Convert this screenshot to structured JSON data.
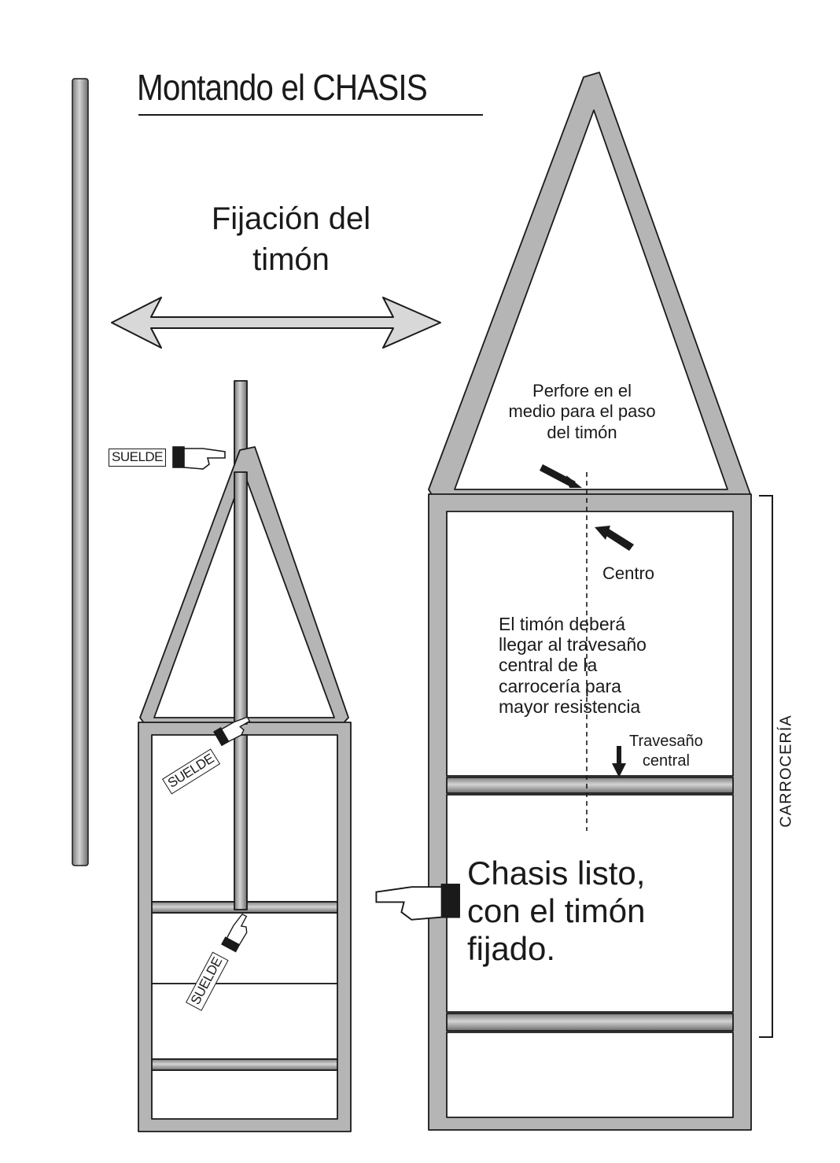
{
  "title": "Montando el CHASIS",
  "fijacion_label": "Fijación del\ntimón",
  "perfore_label": "Perfore en el\nmedio para el paso\ndel timón",
  "centro_label": "Centro",
  "timon_note": "El timón deberá\nllegar al travesaño\ncentral de la\ncarrocería para\nmayor resistencia",
  "travesano_label": "Travesaño\ncentral",
  "carroceria_label": "CARROCERÍA",
  "chasis_listo_label": "Chasis listo,\ncon el timón\nfijado.",
  "suelde_tags": [
    "SUELDE",
    "SUELDE",
    "SUELDE"
  ],
  "icons": {
    "pointing_hand": "pointing-hand-icon",
    "double_arrow": "double-arrow-icon",
    "arrow": "arrow-icon"
  },
  "colors": {
    "ink": "#1a1a1a",
    "tube": "#9a9a9a",
    "tube_light": "#cfcfcf",
    "paper": "#ffffff"
  }
}
